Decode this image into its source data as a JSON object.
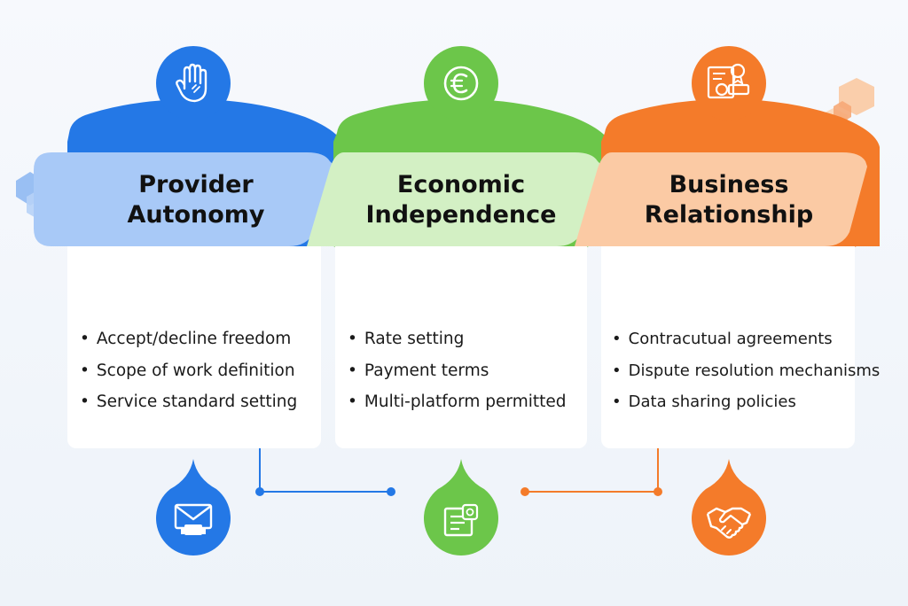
{
  "colors": {
    "blue": "#2478e6",
    "blue_band": "#a8c9f7",
    "green": "#6cc64a",
    "green_band": "#d3f0c4",
    "orange": "#f47b2a",
    "orange_band": "#fbcaa4",
    "connector_blue": "#2478e6",
    "connector_orange": "#f47b2a"
  },
  "pillars": [
    {
      "title_line1": "Provider",
      "title_line2": "Autonomy",
      "top_icon": "raised-hand-icon",
      "bottom_icon": "envelope-icon",
      "items": [
        "Accept/decline freedom",
        "Scope of work definition",
        "Service standard setting"
      ]
    },
    {
      "title_line1": "Economic",
      "title_line2": "Independence",
      "top_icon": "euro-coin-icon",
      "bottom_icon": "invoice-icon",
      "items": [
        "Rate setting",
        "Payment terms",
        "Multi-platform permitted"
      ]
    },
    {
      "title_line1": "Business",
      "title_line2": "Relationship",
      "top_icon": "contract-certificate-icon",
      "bottom_icon": "handshake-icon",
      "items": [
        "Contracutual agreements",
        "Dispute resolution mechanisms",
        "Data sharing policies"
      ]
    }
  ]
}
